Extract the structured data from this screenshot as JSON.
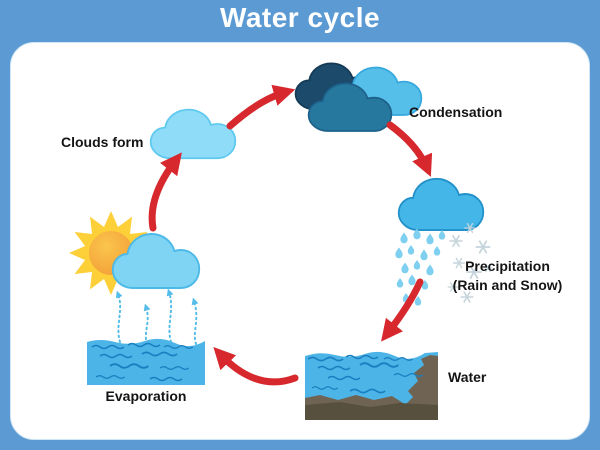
{
  "title": "Water cycle",
  "stages": {
    "clouds_form": {
      "label": "Clouds form"
    },
    "condensation": {
      "label": "Condensation"
    },
    "precipitation": {
      "label_line1": "Precipitation",
      "label_line2": "(Rain and Snow)"
    },
    "water": {
      "label": "Water"
    },
    "evaporation": {
      "label": "Evaporation"
    }
  },
  "flow": [
    {
      "from": "evaporation",
      "to": "clouds_form"
    },
    {
      "from": "clouds_form",
      "to": "condensation"
    },
    {
      "from": "condensation",
      "to": "precipitation"
    },
    {
      "from": "precipitation",
      "to": "water"
    },
    {
      "from": "water",
      "to": "evaporation"
    }
  ],
  "colors": {
    "background": "#5b9ad2",
    "panel": "#ffffff",
    "title_text": "#ffffff",
    "label_text": "#141414",
    "arrow_red": "#d6282d",
    "cloud_light": "#8edcf7",
    "cloud_sky": "#45b6e8",
    "cloud_navy": "#1b4a6b",
    "cloud_teal": "#26789f",
    "sun_ray": "#fdd039",
    "sun_core": "#f6a53e",
    "water_blue": "#4cb4e7",
    "wave_line": "#1a7fc0",
    "ground_light": "#6f6453",
    "ground_dark": "#57503f",
    "rain_drop": "#7fd0f0",
    "snowflake": "#c6d4db",
    "vapor": "#54bce8"
  }
}
